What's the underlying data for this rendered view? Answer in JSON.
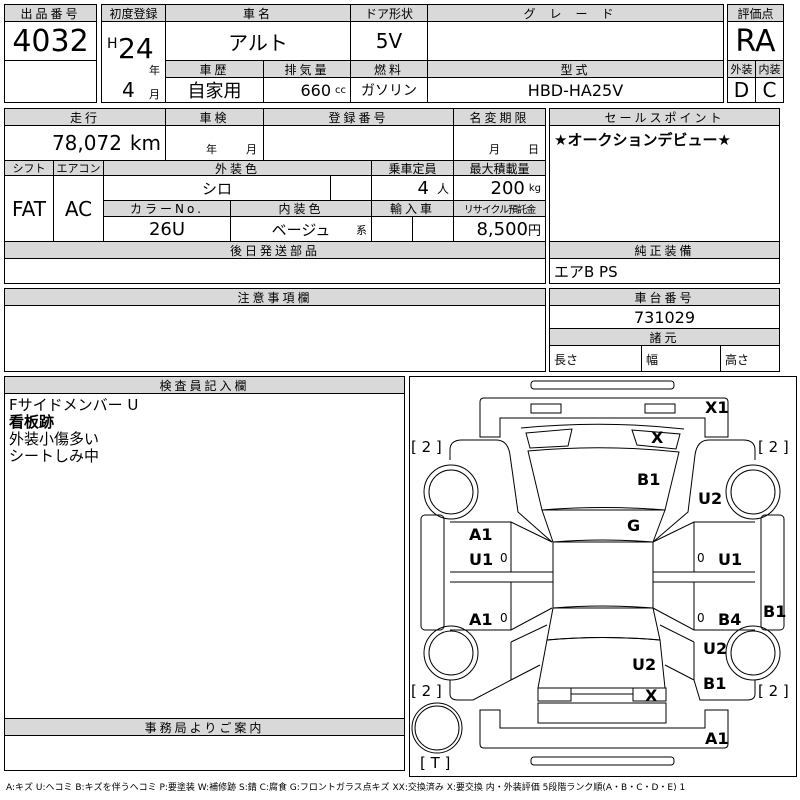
{
  "lot": {
    "label": "出品番号",
    "value": "4032"
  },
  "reg": {
    "label": "初度登録",
    "era": "H",
    "year": "24",
    "year_unit": "年",
    "month": "4",
    "month_unit": "月"
  },
  "car_name": {
    "label": "車名",
    "value": "アルト"
  },
  "door": {
    "label": "ドア形状",
    "value": "5V"
  },
  "grade": {
    "label": "グレード",
    "value": ""
  },
  "history": {
    "label": "車歴",
    "value": "自家用"
  },
  "displacement": {
    "label": "排気量",
    "value": "660",
    "unit": "cc"
  },
  "fuel": {
    "label": "燃料",
    "value": "ガソリン"
  },
  "model": {
    "label": "型式",
    "value": "HBD-HA25V"
  },
  "score": {
    "label": "評価点",
    "value": "RA",
    "ext_label": "外装",
    "int_label": "内装",
    "ext": "D",
    "int": "C"
  },
  "mileage": {
    "label": "走行",
    "value": "78,072",
    "unit": "km"
  },
  "inspection": {
    "label": "車検",
    "year_unit": "年",
    "month_unit": "月"
  },
  "plate": {
    "label": "登録番号"
  },
  "name_change": {
    "label": "名変期限",
    "month_unit": "月",
    "day_unit": "日"
  },
  "shift": {
    "label": "シフト",
    "value": "FAT"
  },
  "ac": {
    "label": "エアコン",
    "value": "AC"
  },
  "ext_color": {
    "label": "外装色",
    "value": "シロ"
  },
  "capacity": {
    "label": "乗車定員",
    "value": "4",
    "unit": "人"
  },
  "max_load": {
    "label": "最大積載量",
    "value": "200",
    "unit": "kg"
  },
  "color_no": {
    "label": "カラーNo.",
    "value": "26U"
  },
  "int_color": {
    "label": "内装色",
    "value": "ベージュ",
    "suffix": "系"
  },
  "import": {
    "label": "輸入車"
  },
  "recycle": {
    "label": "リサイクル預託金",
    "value": "8,500",
    "unit": "円"
  },
  "later_parts": {
    "label": "後日発送部品"
  },
  "sales_point": {
    "label": "セールスポイント",
    "value": "★オークションデビュー★"
  },
  "equipment": {
    "label": "純正装備",
    "value": "エアB PS"
  },
  "notes": {
    "label": "注意事項欄"
  },
  "chassis": {
    "label": "車台番号",
    "value": "731029"
  },
  "specs": {
    "label": "諸元",
    "length": "長さ",
    "width": "幅",
    "height": "高さ"
  },
  "inspector": {
    "label": "検査員記入欄",
    "lines": [
      "Fサイドメンバー U",
      "看板跡",
      "外装小傷多い",
      "シートしみ中"
    ]
  },
  "office": {
    "label": "事務局よりご案内"
  },
  "diagram": {
    "marks": [
      "X1",
      "X",
      "B1",
      "U2",
      "G",
      "A1",
      "U1",
      "0",
      "0",
      "U1",
      "A1",
      "0",
      "0",
      "B4",
      "B1",
      "U2",
      "U2",
      "B1",
      "X",
      "A1"
    ],
    "tire_marks": [
      "[ 2 ]",
      "[ 2 ]",
      "[ 2 ]",
      "[ 2 ]",
      "[ T ]"
    ]
  },
  "legend": "A:キズ U:ヘコミ B:キズを伴うヘコミ P:要塗装 W:補修跡 S:錆 C:腐食 G:フロントガラス点キズ XX:交換済み X:要交換 内・外装評価 5段階ランク順(A・B・C・D・E) 1"
}
